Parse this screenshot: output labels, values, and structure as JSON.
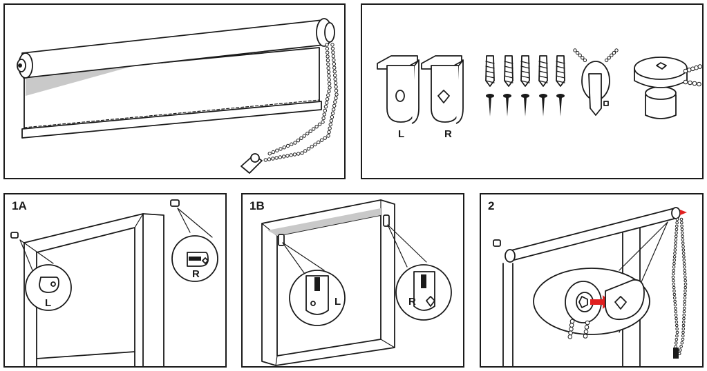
{
  "panels": {
    "overview": {
      "step": ""
    },
    "parts": {
      "step": "",
      "bracket_left_label": "L",
      "bracket_right_label": "R"
    },
    "step_1a": {
      "step": "1A",
      "callout_left_label": "L",
      "callout_right_label": "R"
    },
    "step_1b": {
      "step": "1B",
      "callout_left_label": "L",
      "callout_right_label": "R"
    },
    "step_2": {
      "step": "2"
    }
  },
  "colors": {
    "line": "#1a1a1a",
    "shade": "#c9c9c9",
    "arrow": "#e02020",
    "background": "#ffffff"
  }
}
